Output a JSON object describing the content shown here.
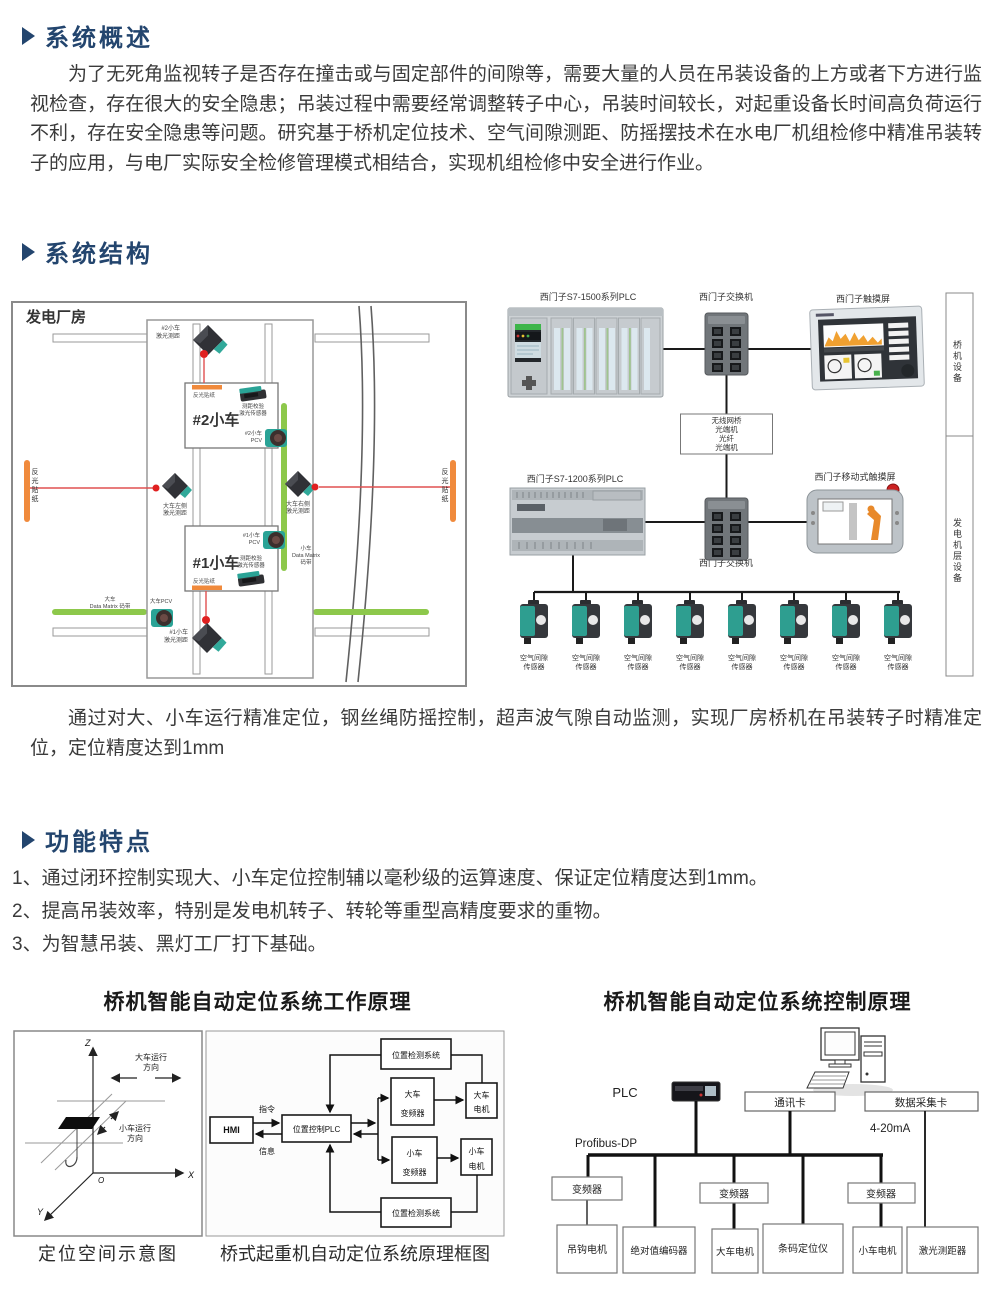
{
  "colors": {
    "heading": "#23456e",
    "body_text": "#3a3a3a",
    "orange_strip": "#f08a3c",
    "green_strip": "#8dc84b",
    "laser_red": "#e02020",
    "sensor_teal": "#2e9e90"
  },
  "overview": {
    "title": "系统概述",
    "paragraph": "为了无死角监视转子是否存在撞击或与固定部件的间隙等，需要大量的人员在吊装设备的上方或者下方进行监视检查，存在很大的安全隐患；吊装过程中需要经常调整转子中心，吊装时间较长，对起重设备长时间高负荷运行不利，存在安全隐患等问题。研究基于桥机定位技术、空气间隙测距、防摇摆技术在水电厂机组检修中精准吊装转子的应用，与电厂实际安全检修管理模式相结合，实现机组检修中安全进行作业。"
  },
  "structure": {
    "title": "系统结构",
    "summary": "通过对大、小车运行精准定位，钢丝绳防摇控制，超声波气隙自动监测，实现厂房桥机在吊装转子时精准定位，定位精度达到1mm"
  },
  "features": {
    "title": "功能特点",
    "items": [
      "1、通过闭环控制实现大、小车定位控制辅以毫秒级的运算速度、保证定位精度达到1mm。",
      "2、提高吊装效率，特别是发电机转子、转轮等重型高精度要求的重物。",
      "3、为智慧吊装、黑灯工厂打下基础。"
    ]
  },
  "plant": {
    "title": "发电厂房",
    "trolley2": "#2小车",
    "trolley1": "#1小车",
    "laser2_l1": "#2小车",
    "laser2_l2": "激光测距",
    "laser1_l1": "#1小车",
    "laser1_l2": "激光测距",
    "cart_left_l1": "大车左侧",
    "cart_left_l2": "激光测距",
    "cart_right_l1": "大车右侧",
    "cart_right_l2": "激光测距",
    "reflect": "反光贴纸",
    "check_l1": "测距校验",
    "check_l2": "激光传感器",
    "pcv2_l1": "#2小车",
    "pcv2_l2": "PCV",
    "pcv1_l1": "#1小车",
    "pcv1_l2": "PCV",
    "cart_pcv": "大车PCV",
    "cart_dm_l1": "大车",
    "cart_dm_l2": "Data Matrix 码带",
    "trolley_dm_l1": "小车",
    "trolley_dm_l2": "Data Matrix",
    "trolley_dm_l3": "码带"
  },
  "network": {
    "plc1500": "西门子S7-1500系列PLC",
    "switch_top": "西门子交换机",
    "hmi_top": "西门子触摸屏",
    "link_l1": "无线网桥",
    "link_l2": "光端机",
    "link_l3": "光纤",
    "link_l4": "光端机",
    "plc1200": "西门子S7-1200系列PLC",
    "switch_bottom": "西门子交换机",
    "hmi_mobile": "西门子移动式触摸屏",
    "sensor_l1": "空气间隙",
    "sensor_l2": "传感器",
    "side_top": "桥机设备",
    "side_bottom": "发电机层设备"
  },
  "working": {
    "title": "桥机智能自动定位系统工作原理",
    "caption_coord": "定位空间示意图",
    "caption_block": "桥式起重机自动定位系统原理框图",
    "axis_z": "Z",
    "axis_x": "X",
    "axis_y": "Y",
    "origin": "O",
    "cart_dir_l1": "大车运行",
    "cart_dir_l2": "方向",
    "trolley_dir_l1": "小车运行",
    "trolley_dir_l2": "方向",
    "hmi": "HMI",
    "plc": "位置控制PLC",
    "detect_top": "位置检测系统",
    "detect_bottom": "位置检测系统",
    "cmd": "指令",
    "info": "信息",
    "cart_inv_l1": "大车",
    "cart_inv_l2": "变频器",
    "cart_motor_l1": "大车",
    "cart_motor_l2": "电机",
    "trolley_inv_l1": "小车",
    "trolley_inv_l2": "变频器",
    "trolley_motor_l1": "小车",
    "trolley_motor_l2": "电机"
  },
  "control": {
    "title": "桥机智能自动定位系统控制原理",
    "plc": "PLC",
    "comm_card": "通讯卡",
    "daq_card": "数据采集卡",
    "profibus": "Profibus-DP",
    "ma": "4-20mA",
    "inverter1": "变频器",
    "inverter2": "变频器",
    "inverter3": "变频器",
    "hook_motor": "吊钩电机",
    "encoder": "绝对值编码器",
    "cart_motor": "大车电机",
    "barcode": "条码定位仪",
    "trolley_motor": "小车电机",
    "laser_meter": "激光测距器"
  }
}
